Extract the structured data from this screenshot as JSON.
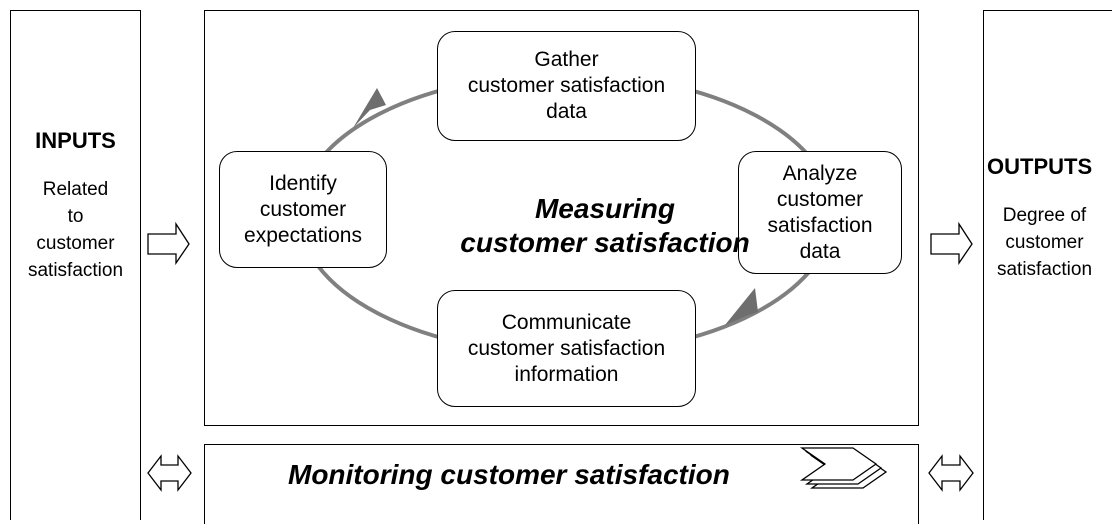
{
  "inputs": {
    "title": "INPUTS",
    "text_lines": [
      "Related",
      "to",
      "customer",
      "satisfaction"
    ]
  },
  "outputs": {
    "title": "OUTPUTS",
    "text_lines": [
      "Degree of",
      "customer",
      "satisfaction"
    ]
  },
  "process": {
    "title_lines": [
      "Measuring",
      "customer satisfaction"
    ],
    "steps": {
      "gather": [
        "Gather",
        "customer satisfaction",
        "data"
      ],
      "analyze": [
        "Analyze",
        "customer",
        "satisfaction",
        "data"
      ],
      "communicate": [
        "Communicate",
        "customer satisfaction",
        "information"
      ],
      "identify": [
        "Identify",
        "customer",
        "expectations"
      ]
    }
  },
  "monitoring": {
    "title": "Monitoring customer satisfaction"
  },
  "colors": {
    "cycle": "#808080",
    "line": "#000000"
  }
}
